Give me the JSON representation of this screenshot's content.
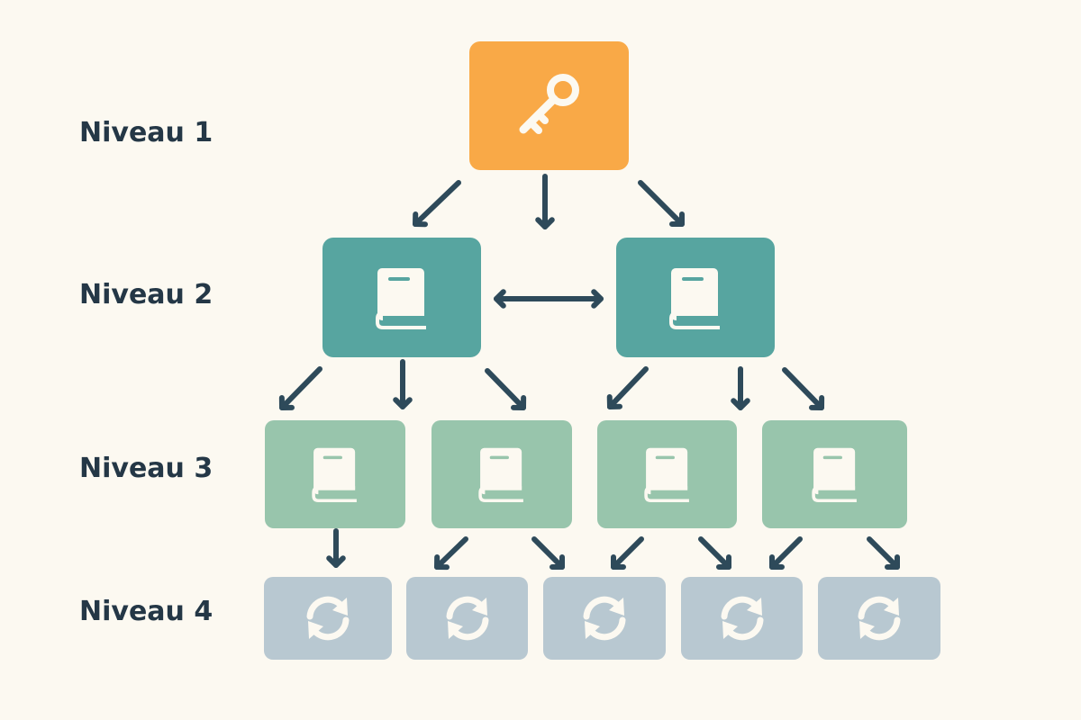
{
  "levels": [
    {
      "label": "Niveau 1"
    },
    {
      "label": "Niveau 2"
    },
    {
      "label": "Niveau 3"
    },
    {
      "label": "Niveau 4"
    }
  ],
  "colors": {
    "background": "#fcf9f1",
    "level1": "#f9a947",
    "level2": "#57a5a0",
    "level3": "#98c5ac",
    "level4": "#b8c8d1",
    "arrow": "#2e4a5a",
    "icon": "#fcf9f1",
    "label": "#243746"
  },
  "nodes": {
    "level1": [
      {
        "icon": "key-icon"
      }
    ],
    "level2": [
      {
        "icon": "book-icon"
      },
      {
        "icon": "book-icon"
      }
    ],
    "level3": [
      {
        "icon": "book-icon"
      },
      {
        "icon": "book-icon"
      },
      {
        "icon": "book-icon"
      },
      {
        "icon": "book-icon"
      }
    ],
    "level4": [
      {
        "icon": "refresh-icon"
      },
      {
        "icon": "refresh-icon"
      },
      {
        "icon": "refresh-icon"
      },
      {
        "icon": "refresh-icon"
      },
      {
        "icon": "refresh-icon"
      }
    ]
  }
}
